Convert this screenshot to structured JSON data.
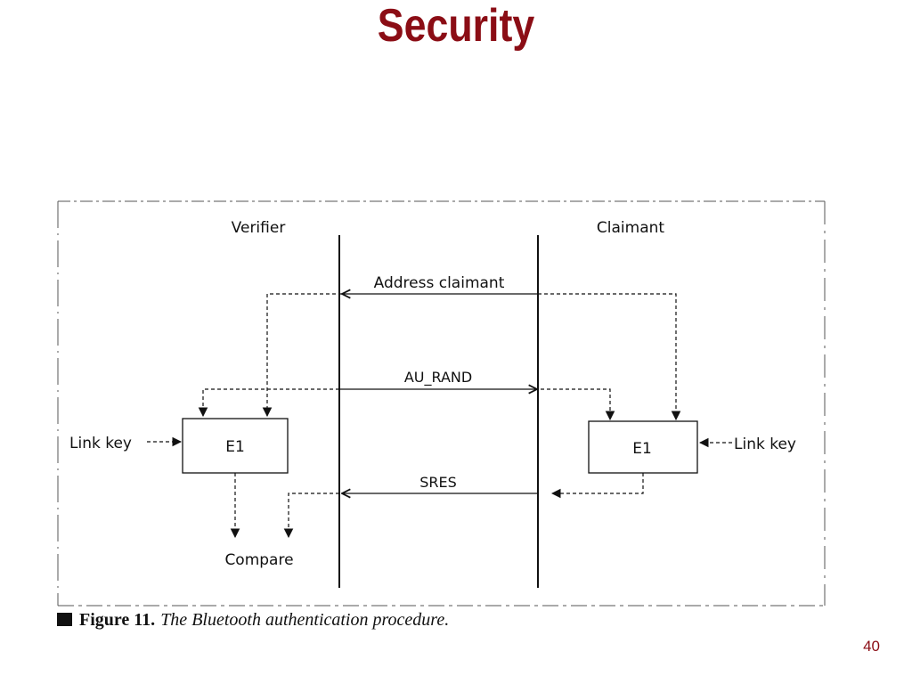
{
  "slide": {
    "title": "Security",
    "page_number": "40"
  },
  "colors": {
    "title": "#8b0d15",
    "page_number": "#8b0d15",
    "diagram_ink": "#111111"
  },
  "diagram": {
    "verifier_label": "Verifier",
    "claimant_label": "Claimant",
    "messages": {
      "address_claimant": "Address claimant",
      "au_rand": "AU_RAND",
      "sres": "SRES"
    },
    "verifier_block": "E1",
    "claimant_block": "E1",
    "verifier_link_key": "Link key",
    "claimant_link_key": "Link key",
    "compare_label": "Compare"
  },
  "caption": {
    "label": "Figure 11.",
    "text": "The Bluetooth authentication procedure."
  }
}
